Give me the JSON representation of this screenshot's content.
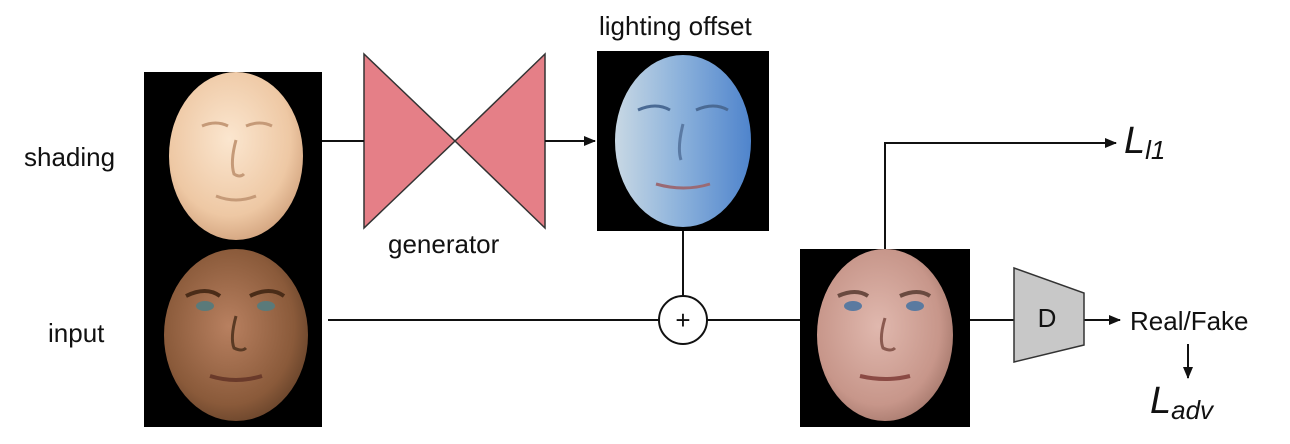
{
  "labels": {
    "shading": "shading",
    "input": "input",
    "generator": "generator",
    "lighting_offset": "lighting offset",
    "discriminator": "D",
    "plus": "+",
    "real_fake": "Real/Fake"
  },
  "losses": {
    "l1_main": "L",
    "l1_sub": "l1",
    "adv_main": "L",
    "adv_sub": "adv"
  },
  "colors": {
    "generator_fill": "#e57f87",
    "discriminator_fill": "#c8c8c8",
    "line": "#111111"
  },
  "images": {
    "shading_face": "shading-face-image",
    "input_face": "input-face-image",
    "offset_face": "lighting-offset-face-image",
    "output_face": "output-face-image"
  }
}
